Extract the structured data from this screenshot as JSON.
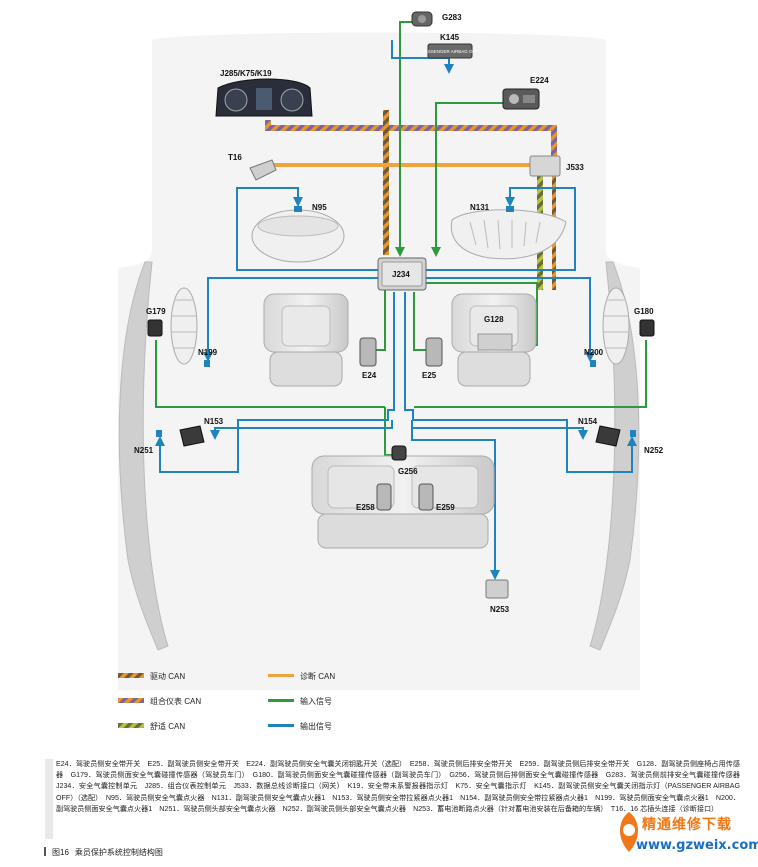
{
  "components": {
    "g283": "G283",
    "k145": "K145",
    "k145_badge": "PASSENGER AIRBAG OFF",
    "j285": "J285/K75/K19",
    "e224": "E224",
    "t16": "T16",
    "j533": "J533",
    "n95": "N95",
    "n131": "N131",
    "j234": "J234",
    "g179": "G179",
    "g180": "G180",
    "g128": "G128",
    "n199": "N199",
    "n200": "N200",
    "e24": "E24",
    "e25": "E25",
    "n153": "N153",
    "n154": "N154",
    "n251": "N251",
    "n252": "N252",
    "g256": "G256",
    "e258": "E258",
    "e259": "E259",
    "n253": "N253"
  },
  "legend": {
    "drive_can": "驱动 CAN",
    "instrument_can": "组合仪表 CAN",
    "comfort_can": "舒适 CAN",
    "diag_can": "诊断 CAN",
    "input_signal": "输入信号",
    "output_signal": "输出信号"
  },
  "colors": {
    "drive_can": "#e8952c",
    "instrument_can": "#7a64a8",
    "comfort_can": "#b5c43a",
    "diag_can": "#f0a23c",
    "input": "#2e9a3e",
    "output": "#1f83bd"
  },
  "caption_text": "E24．驾驶员侧安全带开关　E25．副驾驶员侧安全带开关　E224．副驾驶员侧安全气囊关闭钥匙开关（选配）　E258．驾驶员侧后排安全带开关　E259．副驾驶员侧后排安全带开关　G128．副驾驶员侧座椅占用传感器　G179．驾驶员侧面安全气囊碰撞传感器（驾驶员车门）　G180．副驾驶员侧面安全气囊碰撞传感器（副驾驶员车门）　G256．驾驶员侧后排侧面安全气囊碰撞传感器　G283．驾驶员侧前排安全气囊碰撞传感器　J234．安全气囊控制单元　J285．组合仪表控制单元　J533．数据总线诊断接口（网关）　K19．安全带未系警报器指示灯　K75．安全气囊指示灯　K145．副驾驶员侧安全气囊关闭指示灯（PASSENGER AIRBAG OFF）（选配）　N95．驾驶员侧安全气囊点火器　N131．副驾驶员侧安全气囊点火器1　N153．驾驶员侧安全带拉紧器点火器1　N154．副驾驶员侧安全带拉紧器点火器1　N199．驾驶员侧面安全气囊点火器1　N200．副驾驶员侧面安全气囊点火器1　N251．驾驶员侧头部安全气囊点火器　N252．副驾驶员侧头部安全气囊点火器　N253．蓄电池断路点火器（针对蓄电池安装在后备箱的车辆）　T16．16 芯插头连接（诊断接口）",
  "figure_title": {
    "number": "图16",
    "text": "乘员保护系统控制结构图"
  },
  "watermark": {
    "cn": "精通维修下载",
    "url": "www.gzweix.com"
  }
}
